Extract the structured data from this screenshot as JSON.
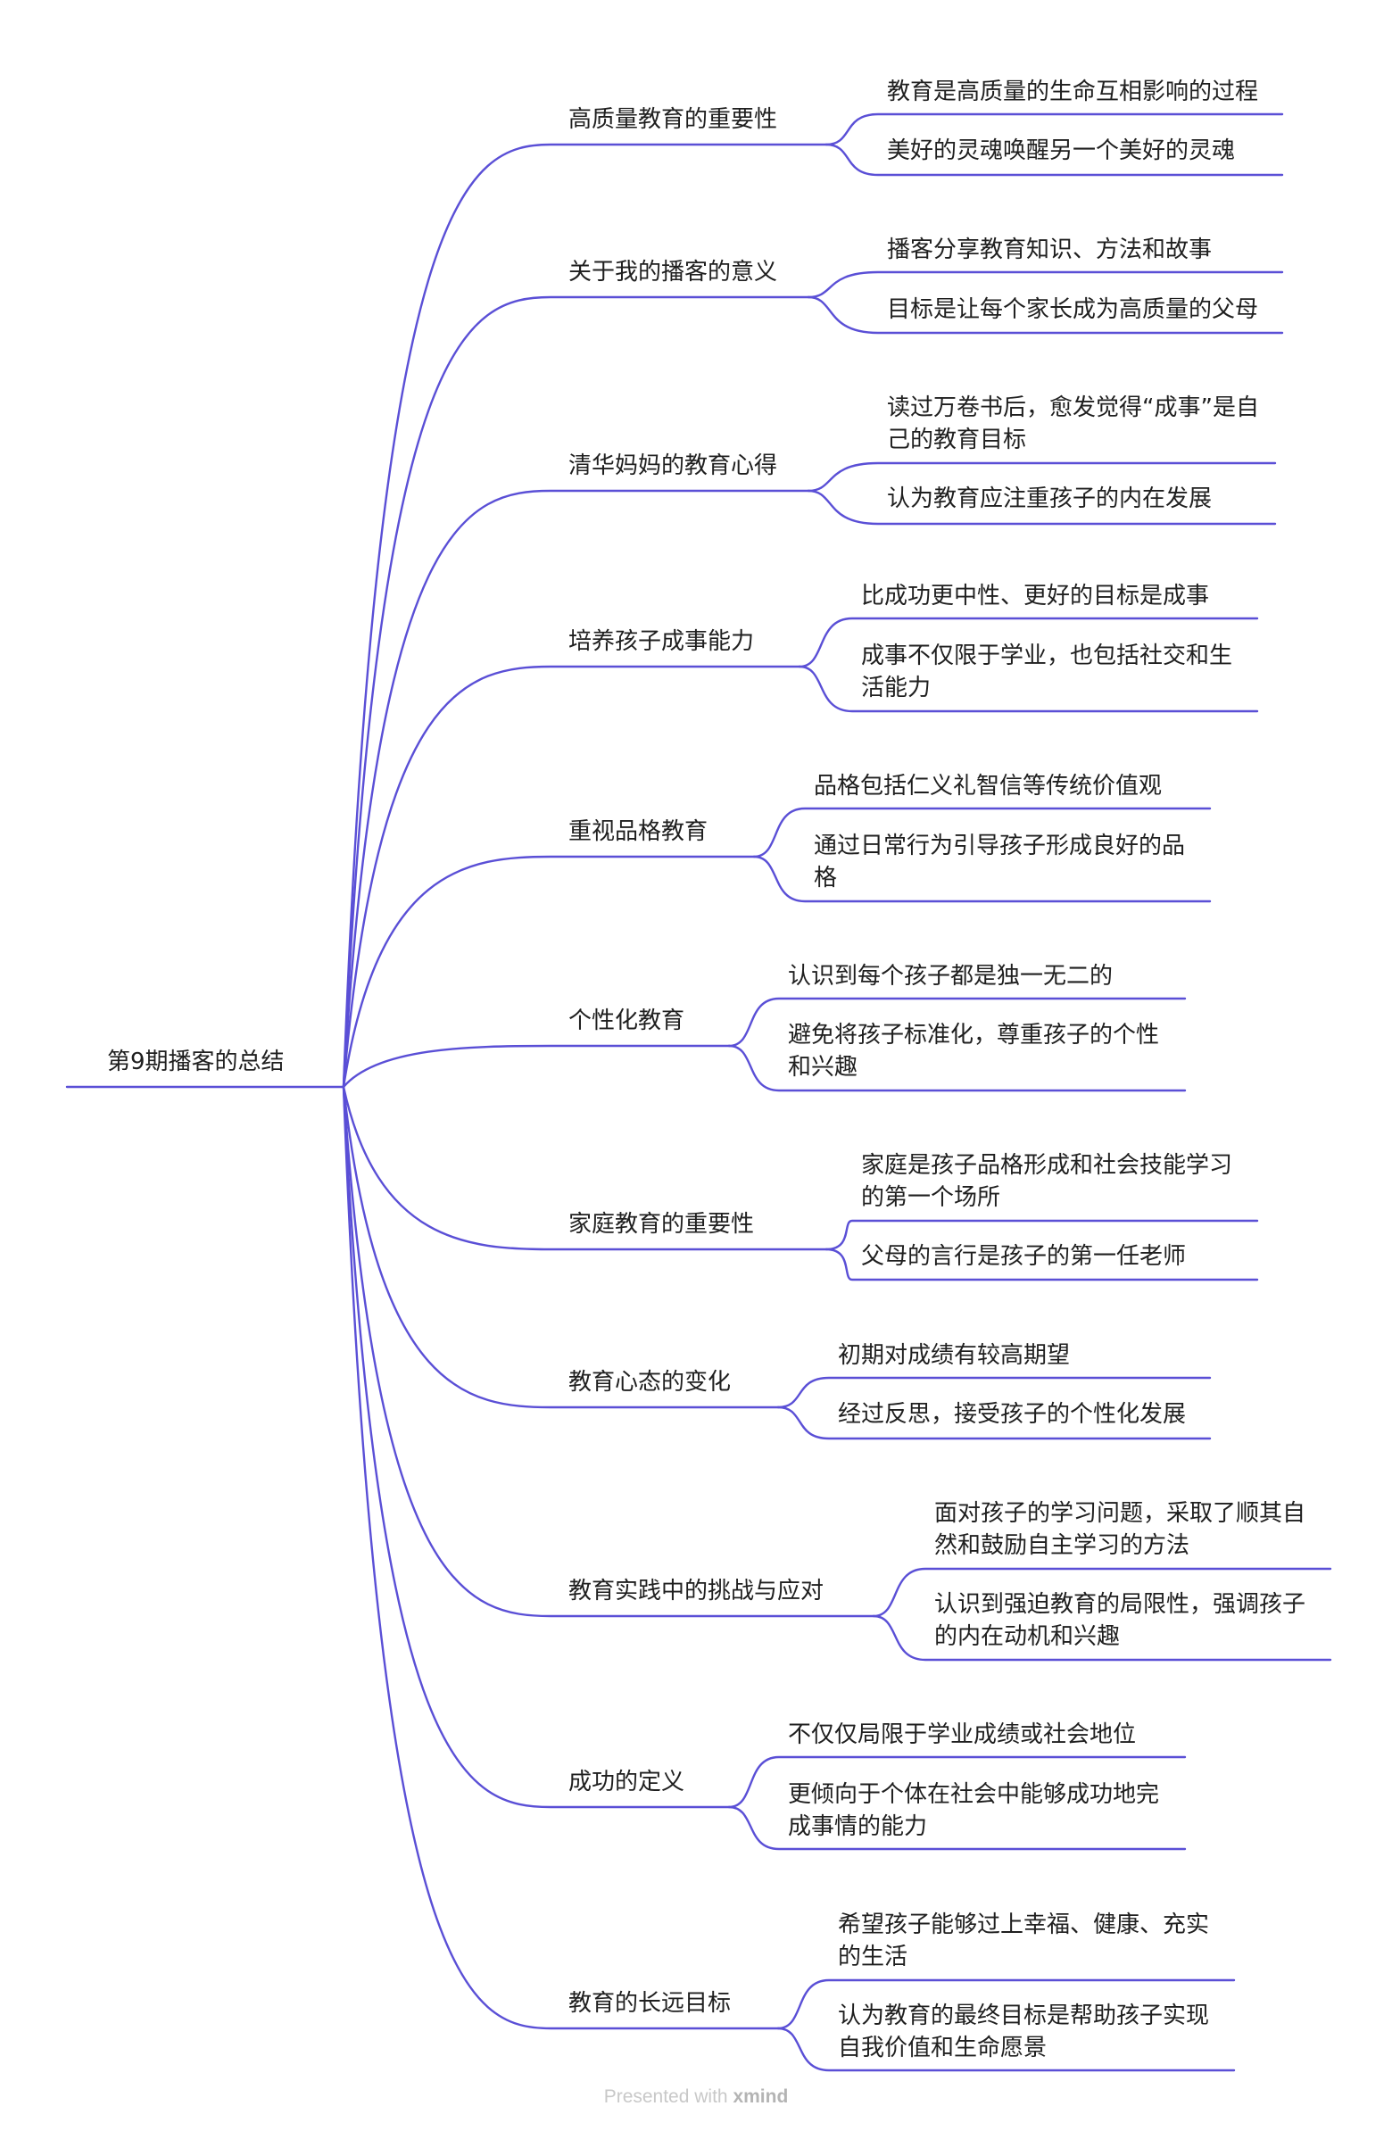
{
  "root": {
    "label": "第9期播客的总结"
  },
  "colors": {
    "line": "#5a4fd6",
    "text": "#1f1f1f",
    "footer": "#c8c8c8"
  },
  "branches": [
    {
      "label": "高质量教育的重要性",
      "children": [
        "教育是高质量的生命互相影响的过程",
        "美好的灵魂唤醒另一个美好的灵魂"
      ]
    },
    {
      "label": "关于我的播客的意义",
      "children": [
        "播客分享教育知识、方法和故事",
        "目标是让每个家长成为高质量的父母"
      ]
    },
    {
      "label": "清华妈妈的教育心得",
      "children": [
        "读过万卷书后，愈发觉得“成事”是自己的教育目标",
        "认为教育应注重孩子的内在发展"
      ]
    },
    {
      "label": "培养孩子成事能力",
      "children": [
        "比成功更中性、更好的目标是成事",
        "成事不仅限于学业，也包括社交和生活能力"
      ]
    },
    {
      "label": "重视品格教育",
      "children": [
        "品格包括仁义礼智信等传统价值观",
        "通过日常行为引导孩子形成良好的品格"
      ]
    },
    {
      "label": "个性化教育",
      "children": [
        "认识到每个孩子都是独一无二的",
        "避免将孩子标准化，尊重孩子的个性和兴趣"
      ]
    },
    {
      "label": "家庭教育的重要性",
      "children": [
        "家庭是孩子品格形成和社会技能学习的第一个场所",
        "父母的言行是孩子的第一任老师"
      ]
    },
    {
      "label": "教育心态的变化",
      "children": [
        "初期对成绩有较高期望",
        "经过反思，接受孩子的个性化发展"
      ]
    },
    {
      "label": "教育实践中的挑战与应对",
      "children": [
        "面对孩子的学习问题，采取了顺其自然和鼓励自主学习的方法",
        "认识到强迫教育的局限性，强调孩子的内在动机和兴趣"
      ]
    },
    {
      "label": "成功的定义",
      "children": [
        "不仅仅局限于学业成绩或社会地位",
        "更倾向于个体在社会中能够成功地完成事情的能力"
      ]
    },
    {
      "label": "教育的长远目标",
      "children": [
        "希望孩子能够过上幸福、健康、充实的生活",
        "认为教育的最终目标是帮助孩子实现自我价值和生命愿景"
      ]
    }
  ],
  "footer": {
    "prefix": "Presented with",
    "brand": "xmind"
  }
}
